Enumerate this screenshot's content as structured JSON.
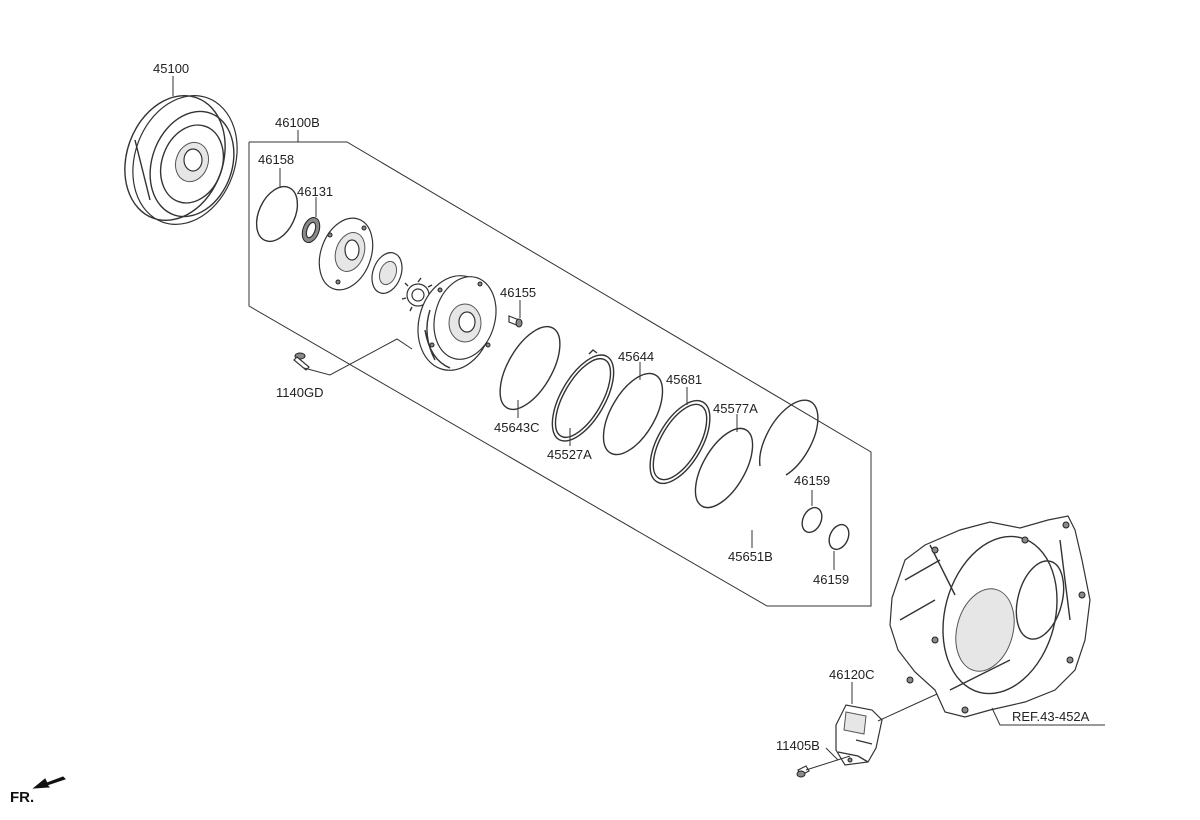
{
  "labels": {
    "p45100": "45100",
    "p46100B": "46100B",
    "p46158": "46158",
    "p46131": "46131",
    "p46155": "46155",
    "p1140GD": "1140GD",
    "p45643C": "45643C",
    "p45527A": "45527A",
    "p45644": "45644",
    "p45681": "45681",
    "p45577A": "45577A",
    "p46159a": "46159",
    "p45651B": "45651B",
    "p46159b": "46159",
    "p46120C": "46120C",
    "p11405B": "11405B",
    "ref": "REF.43-452A",
    "fr": "FR."
  },
  "icons": {
    "fr_arrow": "front-direction-arrow-icon"
  }
}
